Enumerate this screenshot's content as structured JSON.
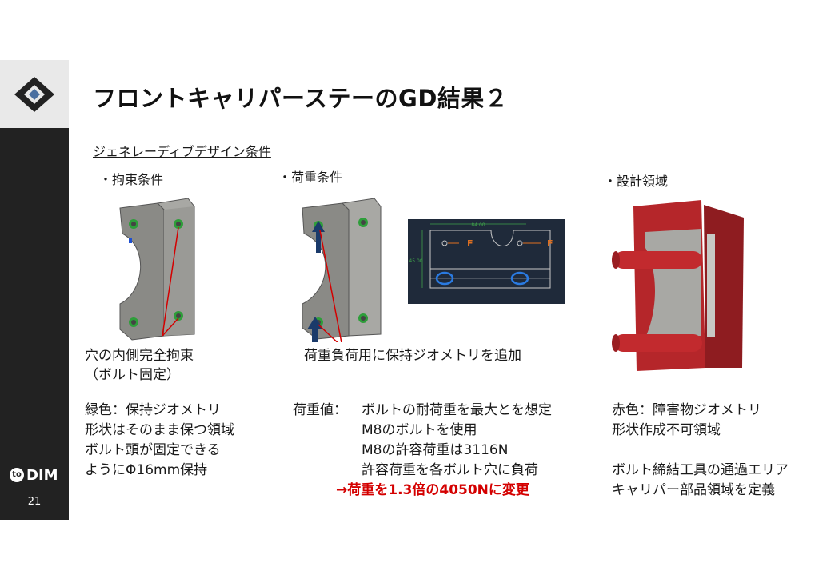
{
  "slide": {
    "title": "フロントキャリパーステーのGD結果２",
    "page_number": "21",
    "brand_mark": "to",
    "brand_name": "DIM"
  },
  "subtitle": "ジェネレーディブデザイン条件",
  "sections": {
    "constraint": {
      "heading": "・拘束条件",
      "callout_lines": [
        "穴の内側完全拘束",
        "（ボルト固定）"
      ],
      "desc_lines": [
        "緑色：保持ジオメトリ",
        "形状はそのまま保つ領域",
        "ボルト頭が固定できる",
        "ようにΦ16mm保持"
      ]
    },
    "load": {
      "heading": "・荷重条件",
      "callout": "荷重負荷用に保持ジオメトリを追加",
      "drawing": {
        "dim_width": "84.00",
        "dim_height": "45.00",
        "force_label": "F"
      },
      "desc_label": "荷重値：",
      "desc_lines": [
        "ボルトの耐荷重を最大とを想定",
        "M8のボルトを使用",
        "M8の許容荷重は3116N",
        "許容荷重を各ボルト穴に負荷"
      ],
      "highlight": "→荷重を1.3倍の4050Nに変更"
    },
    "design": {
      "heading": "・設計領域",
      "desc_lines": [
        "赤色：障害物ジオメトリ",
        "形状作成不可領域",
        "",
        "ボルト締結工具の通過エリア",
        "キャリパー部品領域を定義"
      ]
    }
  },
  "colors": {
    "accent_red": "#d40000",
    "sidebar": "#222222",
    "keep_green": "#2e9e3a",
    "obstacle_red": "#b5262a"
  }
}
